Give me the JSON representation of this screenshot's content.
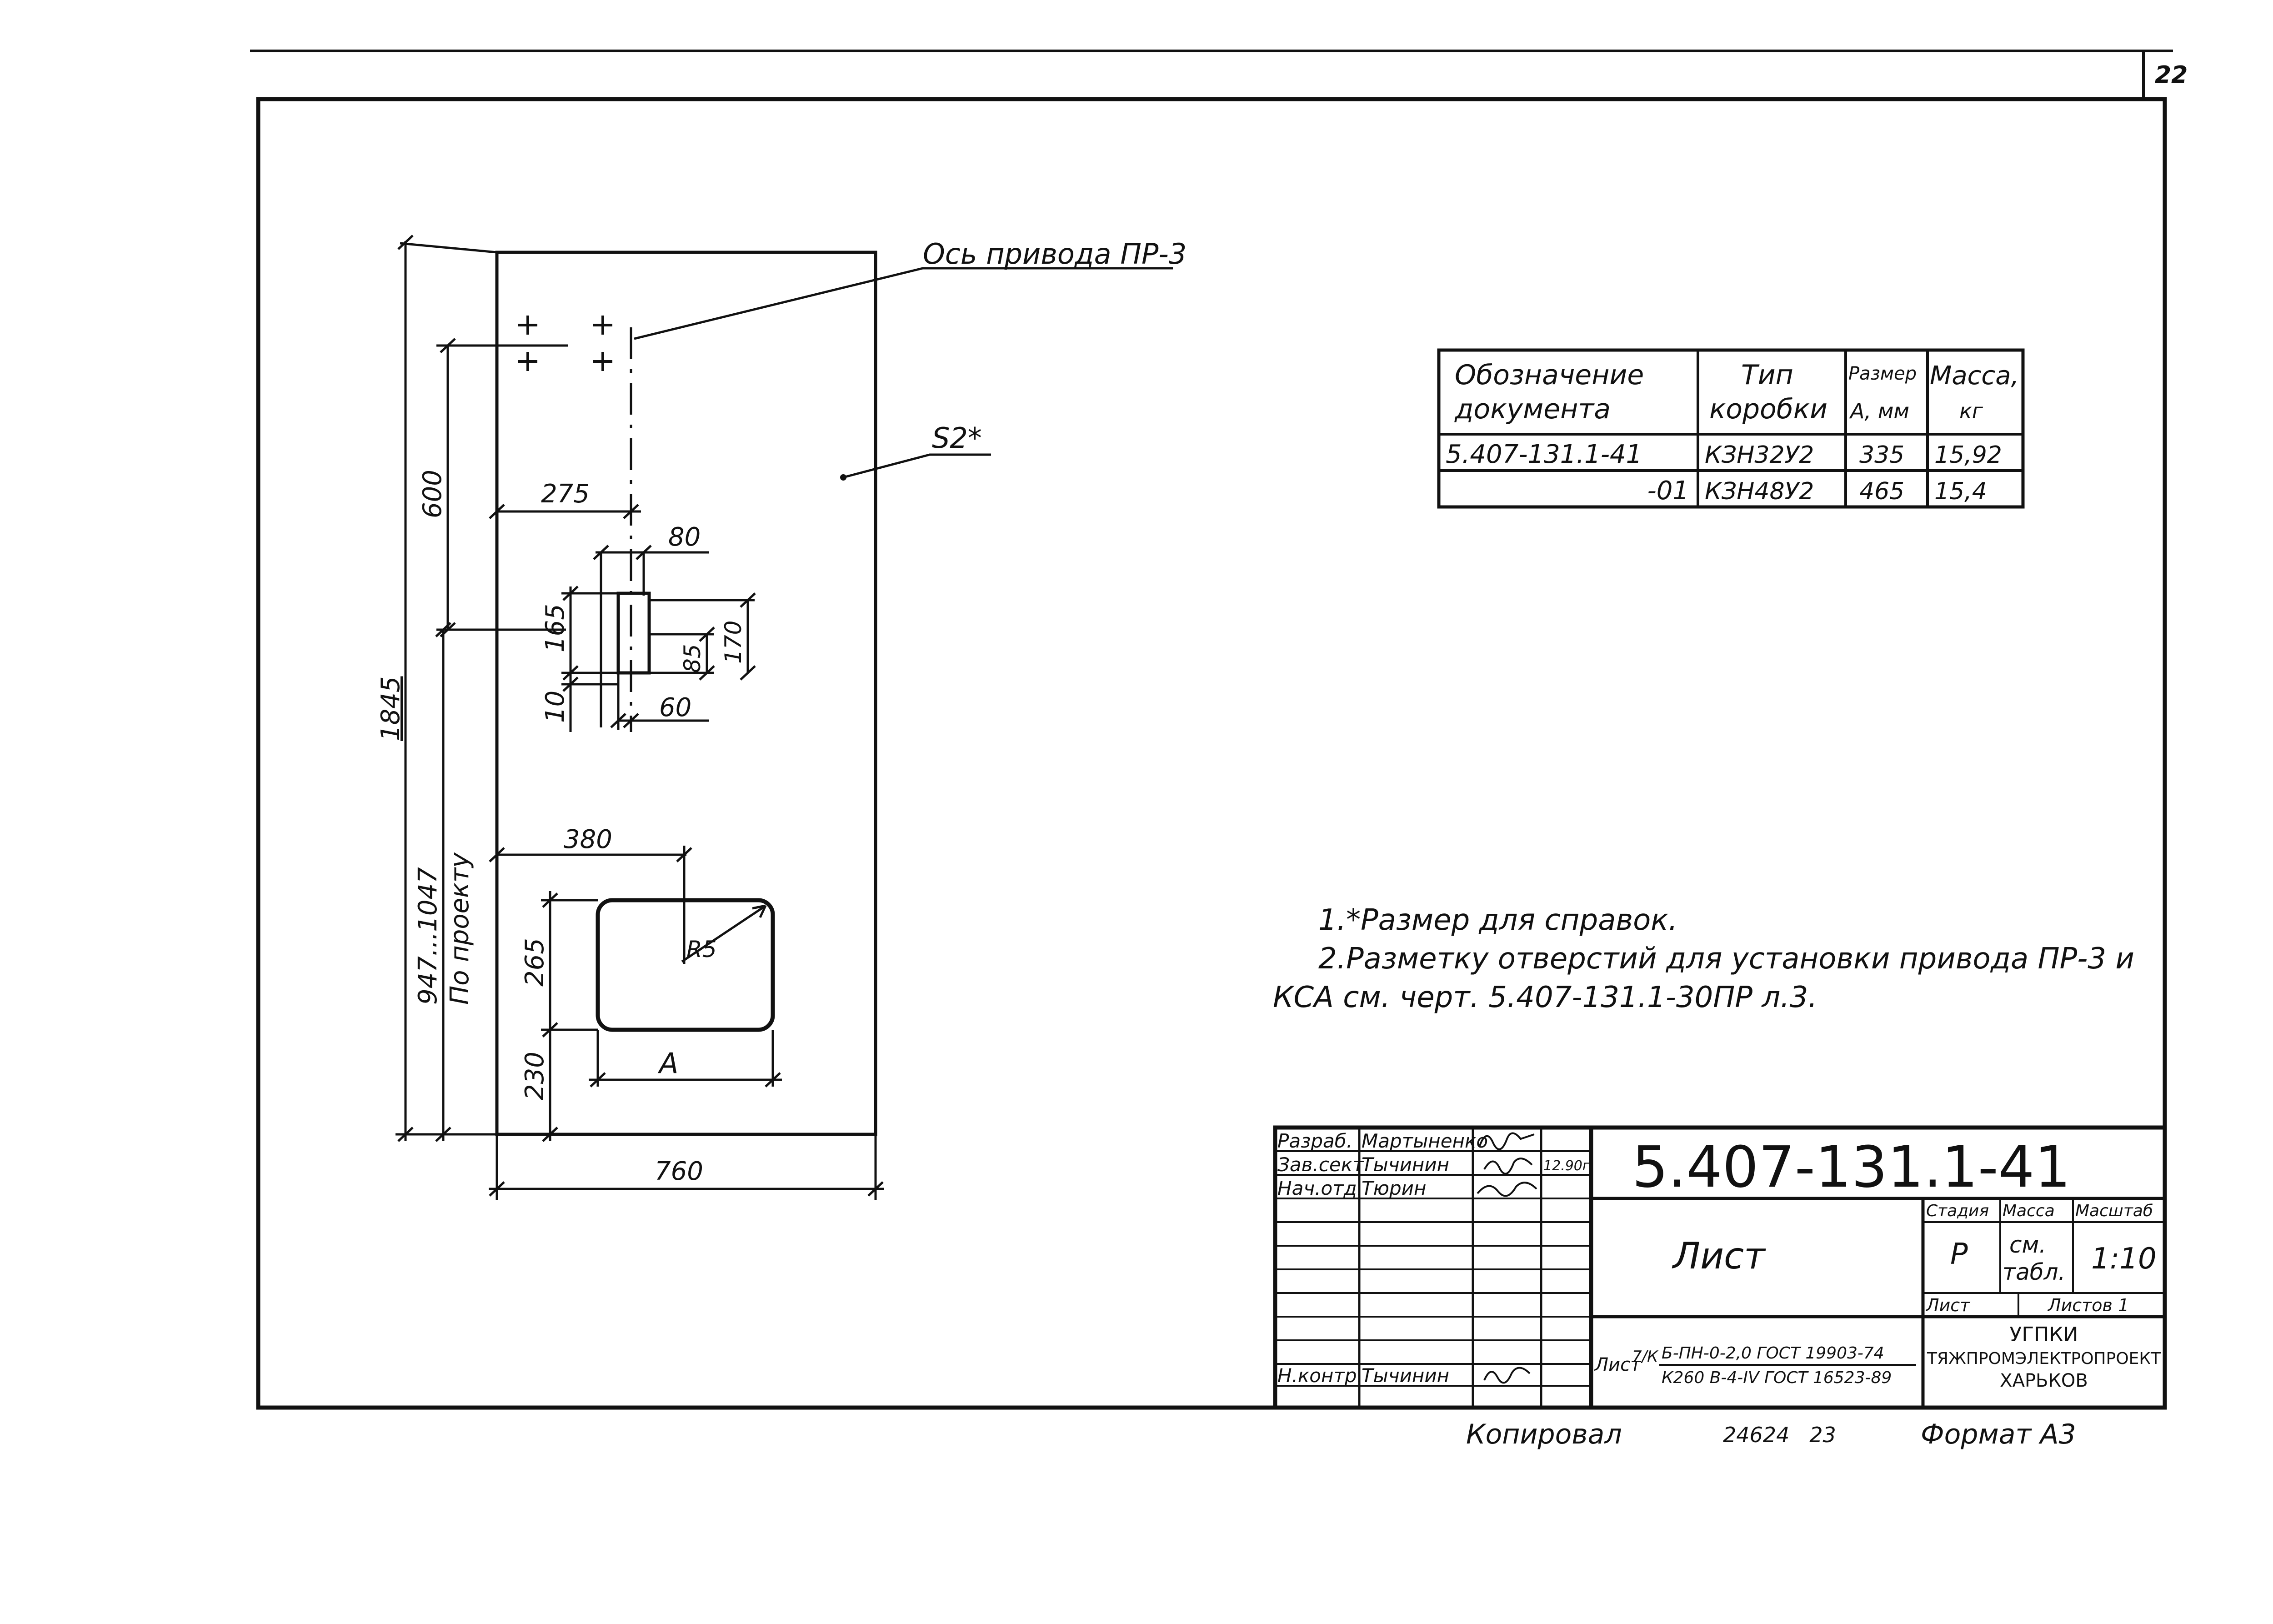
{
  "sheet_number": "22",
  "drive_axis_label": "Ось привода ПР-3",
  "s2_label": "S2*",
  "dimensions": {
    "d600": "600",
    "d1845": "1845",
    "d947": "947...1047",
    "d_po_proektu": "По проекту",
    "d275": "275",
    "d80": "80",
    "d165": "165",
    "d85": "85",
    "d170": "170",
    "d10": "10",
    "d60": "60",
    "d380": "380",
    "d265": "265",
    "r5": "R5",
    "d230": "230",
    "dA": "A",
    "d760": "760"
  },
  "spec_table": {
    "headers": [
      "Обозначение документа",
      "Тип коробки",
      "Размер А, мм",
      "Масса, кг"
    ],
    "header_lines": [
      [
        "Обозначение",
        "документа"
      ],
      [
        "Тип",
        "коробки"
      ],
      [
        "Размер",
        "А, мм"
      ],
      [
        "Масса,",
        "кг"
      ]
    ],
    "rows": [
      [
        "5.407-131.1-41",
        "КЗН32У2",
        "335",
        "15,92"
      ],
      [
        "-01",
        "КЗН48У2",
        "465",
        "15,4"
      ]
    ]
  },
  "notes": [
    "1.*Размер для справок.",
    "2.Разметку отверстий для установки привода ПР-3 и",
    "КСА см. черт. 5.407-131.1-30ПР л.3."
  ],
  "title_block": {
    "roles": [
      {
        "role": "Разраб.",
        "name": "Мартыненко"
      },
      {
        "role": "Зав.сект",
        "name": "Тычинин",
        "date": "12.90г"
      },
      {
        "role": "Нач.отд.",
        "name": "Тюрин"
      }
    ],
    "nkontr_role": "Н.контр.",
    "nkontr_name": "Тычинин",
    "doc_code": "5.407-131.1-41",
    "sheet_title": "Лист",
    "stage_label": "Стадия",
    "stage_value": "Р",
    "mass_label": "Масса",
    "mass_value_1": "см.",
    "mass_value_2": "табл.",
    "scale_label": "Масштаб",
    "scale_value": "1:10",
    "list_label": "Лист",
    "sheets_label": "Листов 1",
    "material_prefix": "Лист",
    "material_fraction_mark": "7/К",
    "material_top": "Б-ПН-0-2,0 ГОСТ 19903-74",
    "material_bottom": "К260 В-4-IV ГОСТ 16523-89",
    "org_line_1": "УГПКИ",
    "org_line_2": "ТЯЖПРОМЭЛЕКТРОПРОЕКТ",
    "org_line_3": "ХАРЬКОВ"
  },
  "footer": {
    "copied": "Копировал",
    "number": "24624   23",
    "format": "Формат А3"
  }
}
